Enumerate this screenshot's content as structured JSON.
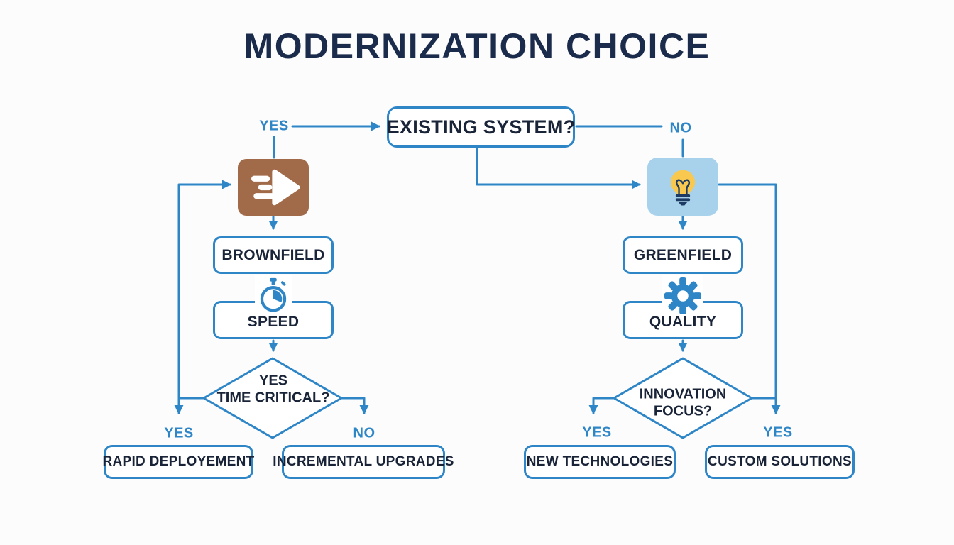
{
  "title": "MODERNIZATION CHOICE",
  "colors": {
    "accent_blue": "#2e86c7",
    "navy_text": "#1a2438",
    "title_navy": "#1b2b4b",
    "brown_tile": "#a16b4a",
    "light_blue_tile": "#a8d2eb",
    "bulb_yellow": "#f8c94e",
    "bulb_navy": "#1e3c63",
    "background": "#fcfcfd"
  },
  "decision_top": {
    "label": "EXISTING SYSTEM?",
    "yes": "YES",
    "no": "NO"
  },
  "left_branch": {
    "icon": "fast-forward-speed-icon",
    "node1": "BROWNFIELD",
    "badge_icon": "stopwatch-icon",
    "node2": "SPEED",
    "decision": {
      "line1": "YES",
      "line2": "TIME CRITICAL?"
    },
    "yes_label": "YES",
    "no_label": "NO",
    "yes_result": "RAPID DEPLOYEMENT",
    "no_result": "INCREMENTAL UPGRADES"
  },
  "right_branch": {
    "icon": "lightbulb-icon",
    "node1": "GREENFIELD",
    "badge_icon": "gear-icon",
    "node2": "QUALITY",
    "decision": {
      "line1": "INNOVATION",
      "line2": "FOCUS?"
    },
    "yes_label": "YES",
    "yes_label_2": "YES",
    "yes_result": "NEW TECHNOLOGIES",
    "yes_result_2": "CUSTOM SOLUTIONS"
  }
}
